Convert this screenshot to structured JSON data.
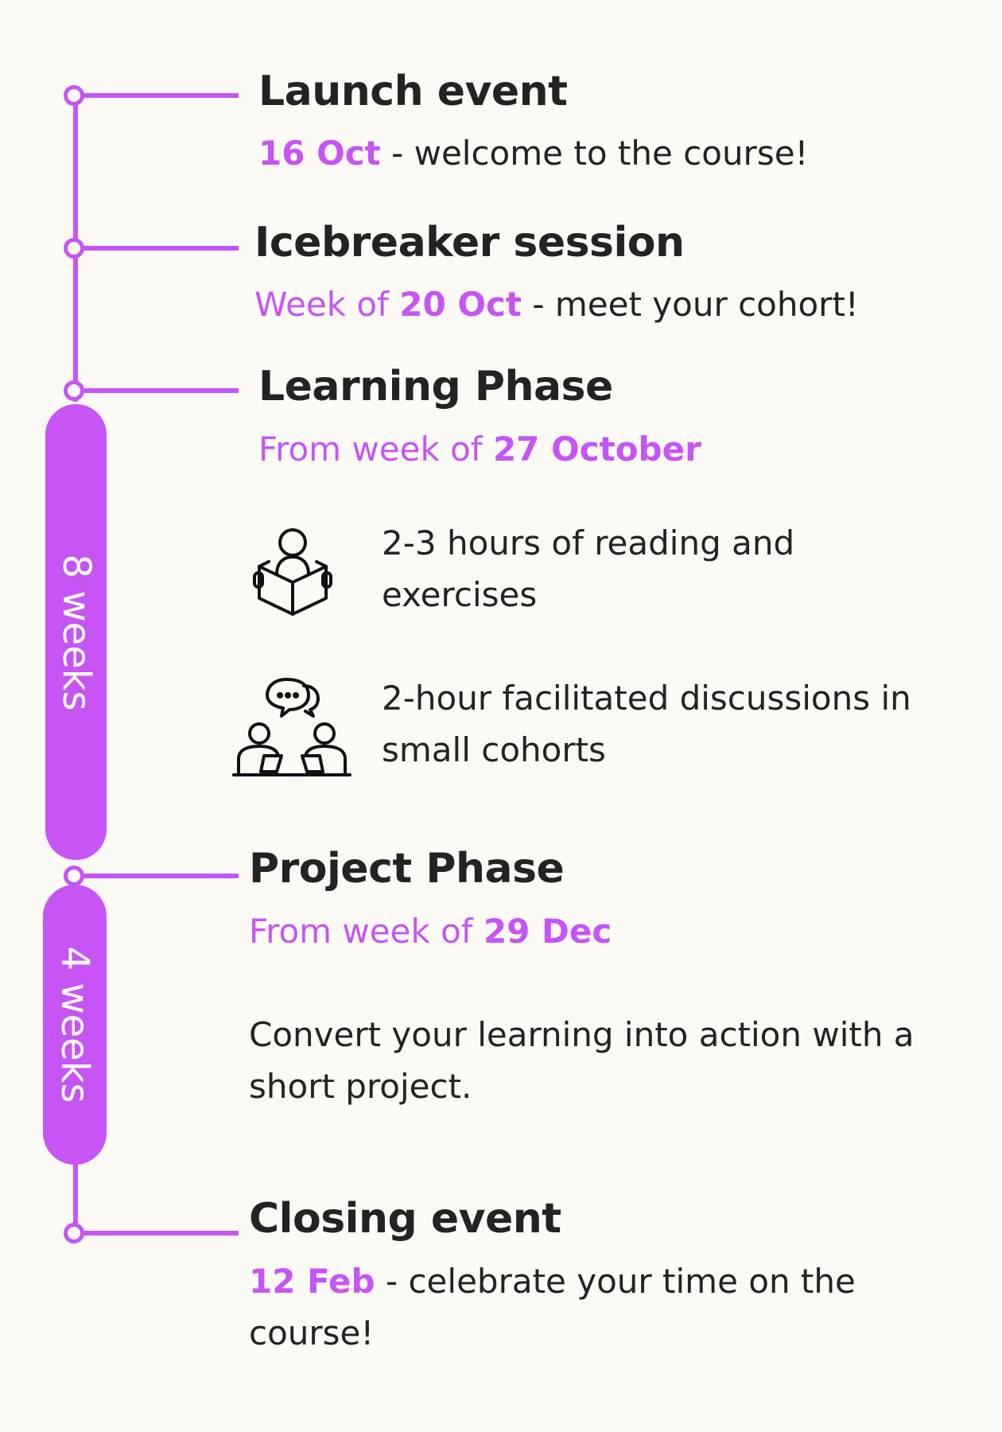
{
  "colors": {
    "accent": "#c754f5",
    "text": "#232323",
    "background": "#fcfaf5"
  },
  "duration_badges": [
    {
      "label": "8 weeks"
    },
    {
      "label": "4 weeks"
    }
  ],
  "events": {
    "launch": {
      "title": "Launch event",
      "date": "16 Oct",
      "description": " - welcome to the course!"
    },
    "icebreaker": {
      "title": "Icebreaker session",
      "date_prefix": "Week of ",
      "date": "20 Oct",
      "description": " - meet your cohort!"
    },
    "learning": {
      "title": "Learning Phase",
      "date_prefix": "From week of ",
      "date": "27 October",
      "items": [
        {
          "icon": "person-reading-book-icon",
          "text": "2-3 hours of reading and exercises"
        },
        {
          "icon": "group-discussion-icon",
          "text": "2-hour facilitated discussions in small cohorts"
        }
      ]
    },
    "project": {
      "title": "Project Phase",
      "date_prefix": "From week of ",
      "date": "29 Dec",
      "description": "Convert your learning into action with a short project."
    },
    "closing": {
      "title": "Closing event",
      "date": "12 Feb",
      "description": " - celebrate your time on the course!"
    }
  }
}
